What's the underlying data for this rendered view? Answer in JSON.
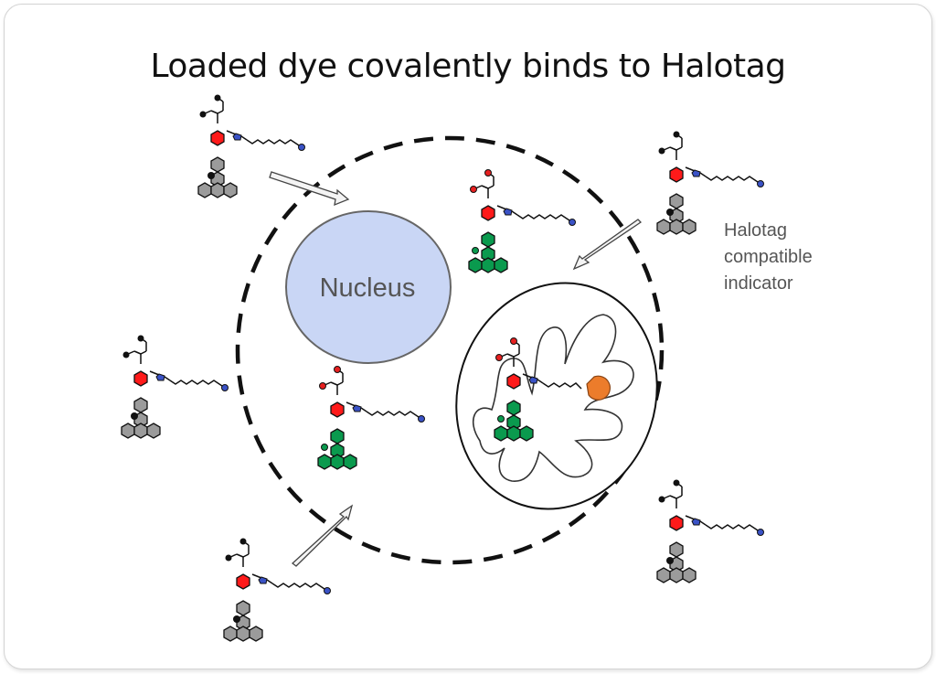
{
  "title": "Loaded dye covalently binds to Halotag",
  "labels": {
    "nucleus": "Nucleus",
    "indicator_line1": "Halotag",
    "indicator_line2": "compatible",
    "indicator_line3": "indicator"
  },
  "colors": {
    "nucleus_fill": "#c9d6f5",
    "dye_loaded": "#0a9a4e",
    "dye_unloaded": "#9b9b9b",
    "core_ring": "#ff1a1a",
    "linker_node": "#3a52c6",
    "halotag": "#ec7c2b"
  }
}
